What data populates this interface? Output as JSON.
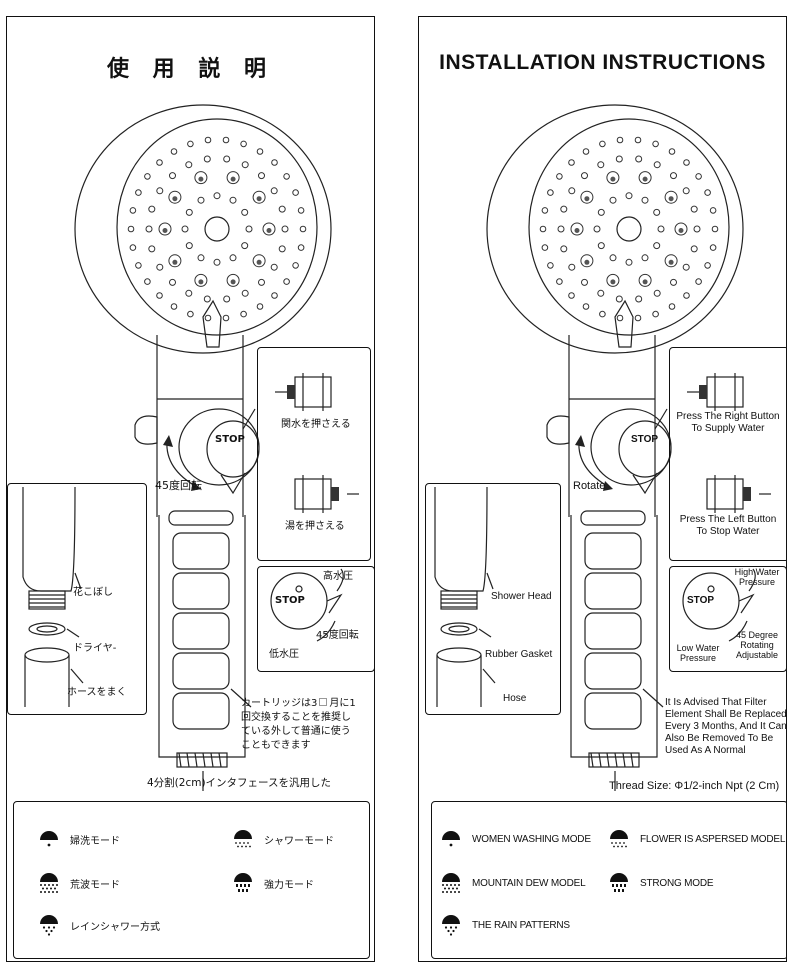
{
  "jp": {
    "title": "使 用 説 明",
    "stop": "STOP",
    "rotate": "45度回転",
    "buttons": {
      "top": "関水を押さえる",
      "bottom": "湯を押さえる"
    },
    "dial": {
      "stop": "STOP",
      "high": "高水圧",
      "rotate": "45度回転",
      "low": "低水圧"
    },
    "parts": {
      "head": "花こぼし",
      "gasket": "ドライヤ-",
      "hose": "ホースをまく"
    },
    "filter_note": [
      "カートリッジは3",
      "月に1",
      "回交換することを推奨し",
      "ている外して普通に使う",
      "こともできます"
    ],
    "thread": "4分割(2cm)インタフェースを汎用した",
    "modes": [
      {
        "icon": "women-washing-icon",
        "label": "婦洗モード"
      },
      {
        "icon": "shower-icon",
        "label": "シャワーモード"
      },
      {
        "icon": "mountain-dew-icon",
        "label": "荒波モード"
      },
      {
        "icon": "strong-mode-icon",
        "label": "強力モード"
      },
      {
        "icon": "rain-icon",
        "label": "レインシャワー方式"
      }
    ]
  },
  "en": {
    "title": "INSTALLATION INSTRUCTIONS",
    "stop": "STOP",
    "rotate": "Rotate",
    "buttons": {
      "top": [
        "Press The Right Button",
        "To Supply Water"
      ],
      "bottom": [
        "Press The Left Button",
        "To Stop Water"
      ]
    },
    "dial": {
      "stop": "STOP",
      "high": [
        "High Water",
        "Pressure"
      ],
      "rotate": [
        "45 Degree",
        "Rotating",
        "Adjustable"
      ],
      "low": [
        "Low Water",
        "Pressure"
      ]
    },
    "parts": {
      "head": "Shower Head",
      "gasket": "Rubber Gasket",
      "hose": "Hose"
    },
    "filter_note": [
      "It Is Advised That Filter",
      "Element Shall Be Replaced",
      "Every 3 Months, And It Can",
      "Also Be Removed To Be",
      "Used As A Normal"
    ],
    "thread": "Thread Size: Φ1/2-inch Npt (2 Cm)",
    "modes": [
      {
        "icon": "women-washing-icon",
        "label": "WOMEN WASHING MODE"
      },
      {
        "icon": "flower-mode-icon",
        "label": "FLOWER IS ASPERSED MODEL"
      },
      {
        "icon": "mountain-dew-icon",
        "label": "MOUNTAIN DEW MODEL"
      },
      {
        "icon": "strong-mode-icon",
        "label": "STRONG MODE"
      },
      {
        "icon": "rain-icon",
        "label": "THE RAIN PATTERNS"
      }
    ]
  }
}
